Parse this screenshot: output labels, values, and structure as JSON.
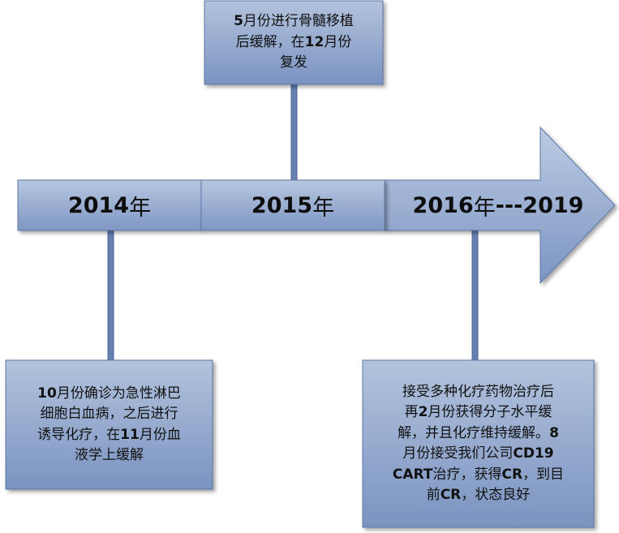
{
  "timeline": {
    "years": [
      {
        "year": "2014",
        "unit": "年",
        "suffix": ""
      },
      {
        "year": "2015",
        "unit": "年",
        "suffix": ""
      },
      {
        "year": "2016",
        "unit": "年",
        "suffix": "---2019"
      }
    ]
  },
  "events": {
    "e2015": {
      "lines": [
        [
          {
            "b": "5"
          },
          {
            "t": "月份进行骨髓移植"
          }
        ],
        [
          {
            "t": "后缓解，在"
          },
          {
            "b": "12"
          },
          {
            "t": "月份"
          }
        ],
        [
          {
            "t": "复发"
          }
        ]
      ]
    },
    "e2014": {
      "lines": [
        [
          {
            "b": "10"
          },
          {
            "t": "月份确诊为急性淋巴"
          }
        ],
        [
          {
            "t": "细胞白血病，之后进行"
          }
        ],
        [
          {
            "t": "诱导化疗，在"
          },
          {
            "b": "11"
          },
          {
            "t": "月份血"
          }
        ],
        [
          {
            "t": "液学上缓解"
          }
        ]
      ]
    },
    "e2016": {
      "lines": [
        [
          {
            "t": "接受多种化疗药物治疗后"
          }
        ],
        [
          {
            "t": "再"
          },
          {
            "b": "2"
          },
          {
            "t": "月份获得分子水平缓"
          }
        ],
        [
          {
            "t": "解，并且化疗维持缓解。"
          },
          {
            "b": "8"
          }
        ],
        [
          {
            "t": "月份接受我们公司"
          },
          {
            "b": "CD19"
          }
        ],
        [
          {
            "b": "CART"
          },
          {
            "t": "治疗，获得"
          },
          {
            "b": "CR"
          },
          {
            "t": "，到目"
          }
        ],
        [
          {
            "t": "前"
          },
          {
            "b": "CR"
          },
          {
            "t": "，状态良好"
          }
        ]
      ]
    }
  },
  "colors": {
    "box_fill_top": "#aebfda",
    "box_fill_bottom": "#7d95c0",
    "box_stroke": "#5b77a8",
    "connector": "#667fb0",
    "arrow_fill_top": "#b7c7e1",
    "arrow_fill_bottom": "#7c95c2"
  }
}
